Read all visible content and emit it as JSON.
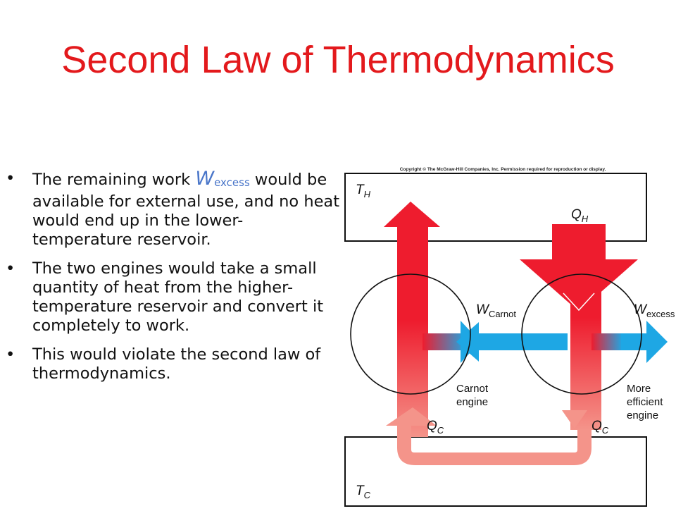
{
  "slide": {
    "title": "Second Law of Thermodynamics",
    "bullets": [
      {
        "before_var": "The remaining work ",
        "var_symbol": "W",
        "var_subscript": "excess",
        "after_var": " would be available for external use, and no heat would end up in the lower-temperature reservoir."
      },
      {
        "text": "The two engines would take a small quantity of heat from the higher-temperature reservoir and convert it completely to work."
      },
      {
        "text": "This would violate the second law of thermodynamics."
      }
    ]
  },
  "diagram": {
    "copyright": "Copyright © The McGraw-Hill Companies, Inc. Permission required for reproduction or display.",
    "hot_reservoir": {
      "symbol": "T",
      "subscript": "H"
    },
    "cold_reservoir": {
      "symbol": "T",
      "subscript": "C"
    },
    "heat_in": {
      "symbol": "Q",
      "subscript": "H"
    },
    "heat_out_left": {
      "symbol": "Q",
      "subscript": "C"
    },
    "heat_out_right": {
      "symbol": "Q",
      "subscript": "C"
    },
    "work_carnot": {
      "symbol": "W",
      "subscript": "Carnot"
    },
    "work_excess": {
      "symbol": "W",
      "subscript": "excess"
    },
    "carnot_engine_label": [
      "Carnot",
      "engine"
    ],
    "efficient_engine_label": [
      "More",
      "efficient",
      "engine"
    ],
    "colors": {
      "hot": "#ee1c2e",
      "cold": "#f4948a",
      "work": "#1ea7e4",
      "title": "#e3191c",
      "variable": "#4a76c9"
    }
  }
}
